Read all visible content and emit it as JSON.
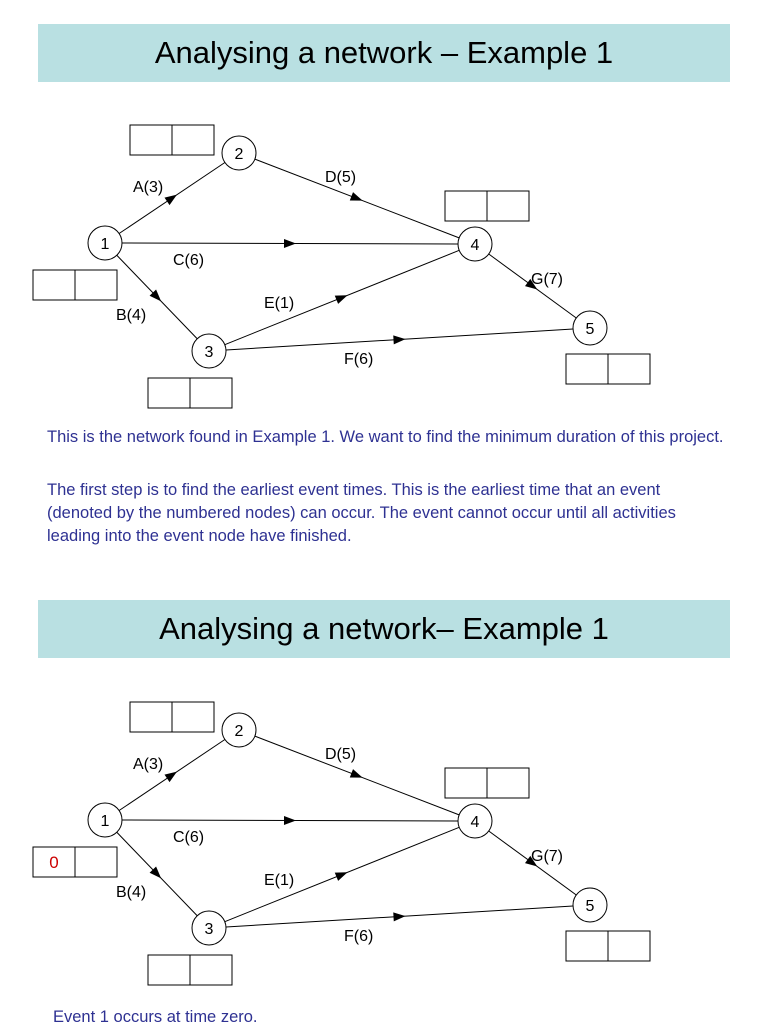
{
  "slides": [
    {
      "title": "Analysing a network – Example 1",
      "paragraphs": [
        "This is the network found in Example 1. We want to find the minimum duration of this project.",
        "The first step is to find the earliest event times. This is the earliest time that an event (denoted by the numbered nodes) can occur. The event cannot occur until all activities leading into the event node have finished."
      ],
      "box_values": {
        "1": [
          "",
          ""
        ],
        "2": [
          "",
          ""
        ],
        "3": [
          "",
          ""
        ],
        "4": [
          "",
          ""
        ],
        "5": [
          "",
          ""
        ]
      }
    },
    {
      "title": "Analysing a network– Example 1",
      "paragraphs": [
        "Event 1 occurs at time zero."
      ],
      "box_values": {
        "1": [
          "0",
          ""
        ],
        "2": [
          "",
          ""
        ],
        "3": [
          "",
          ""
        ],
        "4": [
          "",
          ""
        ],
        "5": [
          "",
          ""
        ]
      }
    }
  ],
  "network": {
    "nodes": [
      "1",
      "2",
      "3",
      "4",
      "5"
    ],
    "activities": [
      {
        "from": "1",
        "to": "2",
        "label": "A(3)",
        "duration": 3
      },
      {
        "from": "1",
        "to": "3",
        "label": "B(4)",
        "duration": 4
      },
      {
        "from": "1",
        "to": "4",
        "label": "C(6)",
        "duration": 6
      },
      {
        "from": "2",
        "to": "4",
        "label": "D(5)",
        "duration": 5
      },
      {
        "from": "3",
        "to": "4",
        "label": "E(1)",
        "duration": 1
      },
      {
        "from": "3",
        "to": "5",
        "label": "F(6)",
        "duration": 6
      },
      {
        "from": "4",
        "to": "5",
        "label": "G(7)",
        "duration": 7
      }
    ]
  },
  "colors": {
    "title_bg": "#b9e0e2",
    "paragraph_text": "#2e3192",
    "highlight_value": "#cc0000"
  }
}
